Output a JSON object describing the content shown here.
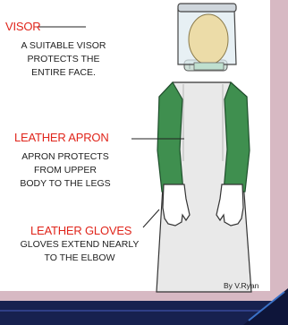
{
  "labels": {
    "visor": {
      "title": "VISOR",
      "desc": [
        "A SUITABLE VISOR",
        "PROTECTS THE",
        "ENTIRE FACE."
      ]
    },
    "apron": {
      "title": "LEATHER APRON",
      "desc": [
        "APRON PROTECTS",
        "FROM UPPER",
        "BODY TO THE LEGS"
      ]
    },
    "gloves": {
      "title": "LEATHER GLOVES",
      "desc": [
        "GLOVES EXTEND NEARLY",
        "TO THE ELBOW"
      ]
    }
  },
  "credit": "By V.Ryan",
  "colors": {
    "label_red": "#e0251b",
    "frame_pink": "#d7b9c3",
    "sleeve_green": "#3f8f4f",
    "apron_grey": "#e9e9e9",
    "footer_navy": "#17214f"
  }
}
